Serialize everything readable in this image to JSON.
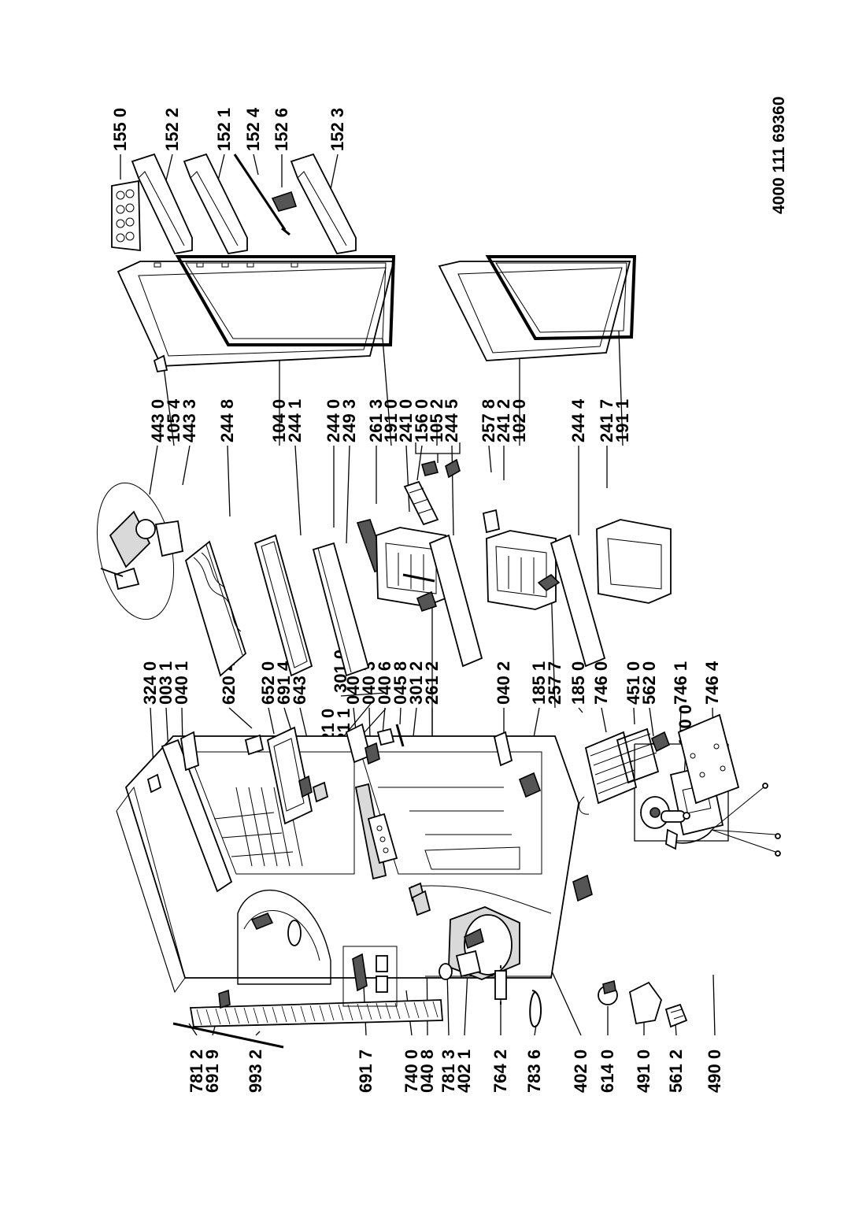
{
  "document": {
    "code": "4000 111 69360"
  },
  "part_labels": {
    "top": [
      "155 0",
      "152 2",
      "152 1",
      "152 4",
      "152 6",
      "152 3"
    ],
    "right_middle_line1": [
      "443 0",
      "105 4",
      "244 8",
      "104 0",
      "244 0",
      "261 3",
      "156 0",
      "257 8",
      "244 4",
      "241 7"
    ],
    "right_middle_line2": [
      "443 3",
      "244 1",
      "249 3",
      "191 0",
      "241 0",
      "105 2",
      "244 5",
      "241 2",
      "102 0",
      "191 1"
    ],
    "left_middle": [
      "324 0",
      "003 1",
      "040 1",
      "620 4",
      "652 0",
      "691 4",
      "643 0",
      "040 7",
      "040 3",
      "040 6",
      "045 8",
      "301 2",
      "261 2",
      "040 2",
      "185 1",
      "257 7",
      "185 0",
      "746 0",
      "451 0",
      "562 0",
      "746 1",
      "746 4"
    ],
    "cabinet": [
      "301 0",
      "521 0",
      "521 1",
      "420 0"
    ],
    "bottom_line1": [
      "781 2",
      "691 9",
      "993 2",
      "691 7",
      "740 0",
      "781 3",
      "764 2",
      "783 6",
      "402 0",
      "614 0",
      "491 0",
      "561 2",
      "490 0"
    ],
    "bottom_line2": [
      "040 8",
      "402 1"
    ]
  }
}
